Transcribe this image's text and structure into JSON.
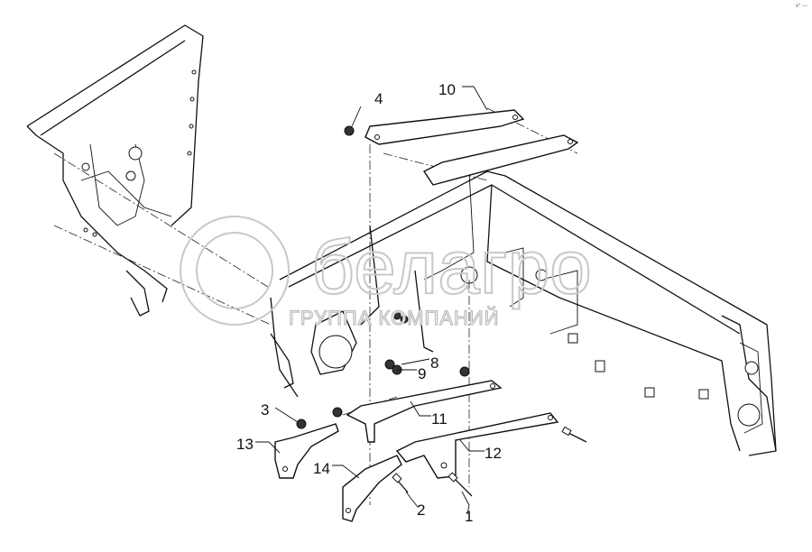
{
  "diagram": {
    "callouts": [
      {
        "id": "1",
        "label": "1"
      },
      {
        "id": "2",
        "label": "2"
      },
      {
        "id": "3",
        "label": "3"
      },
      {
        "id": "4",
        "label": "4"
      },
      {
        "id": "8",
        "label": "8"
      },
      {
        "id": "9",
        "label": "9"
      },
      {
        "id": "10",
        "label": "10"
      },
      {
        "id": "11",
        "label": "11"
      },
      {
        "id": "12",
        "label": "12"
      },
      {
        "id": "13",
        "label": "13"
      },
      {
        "id": "14",
        "label": "14"
      }
    ],
    "watermark": {
      "brand": "белагро",
      "subtitle": "ГРУППА КОМПАНИЙ"
    },
    "corner_mark": "x° ---"
  }
}
